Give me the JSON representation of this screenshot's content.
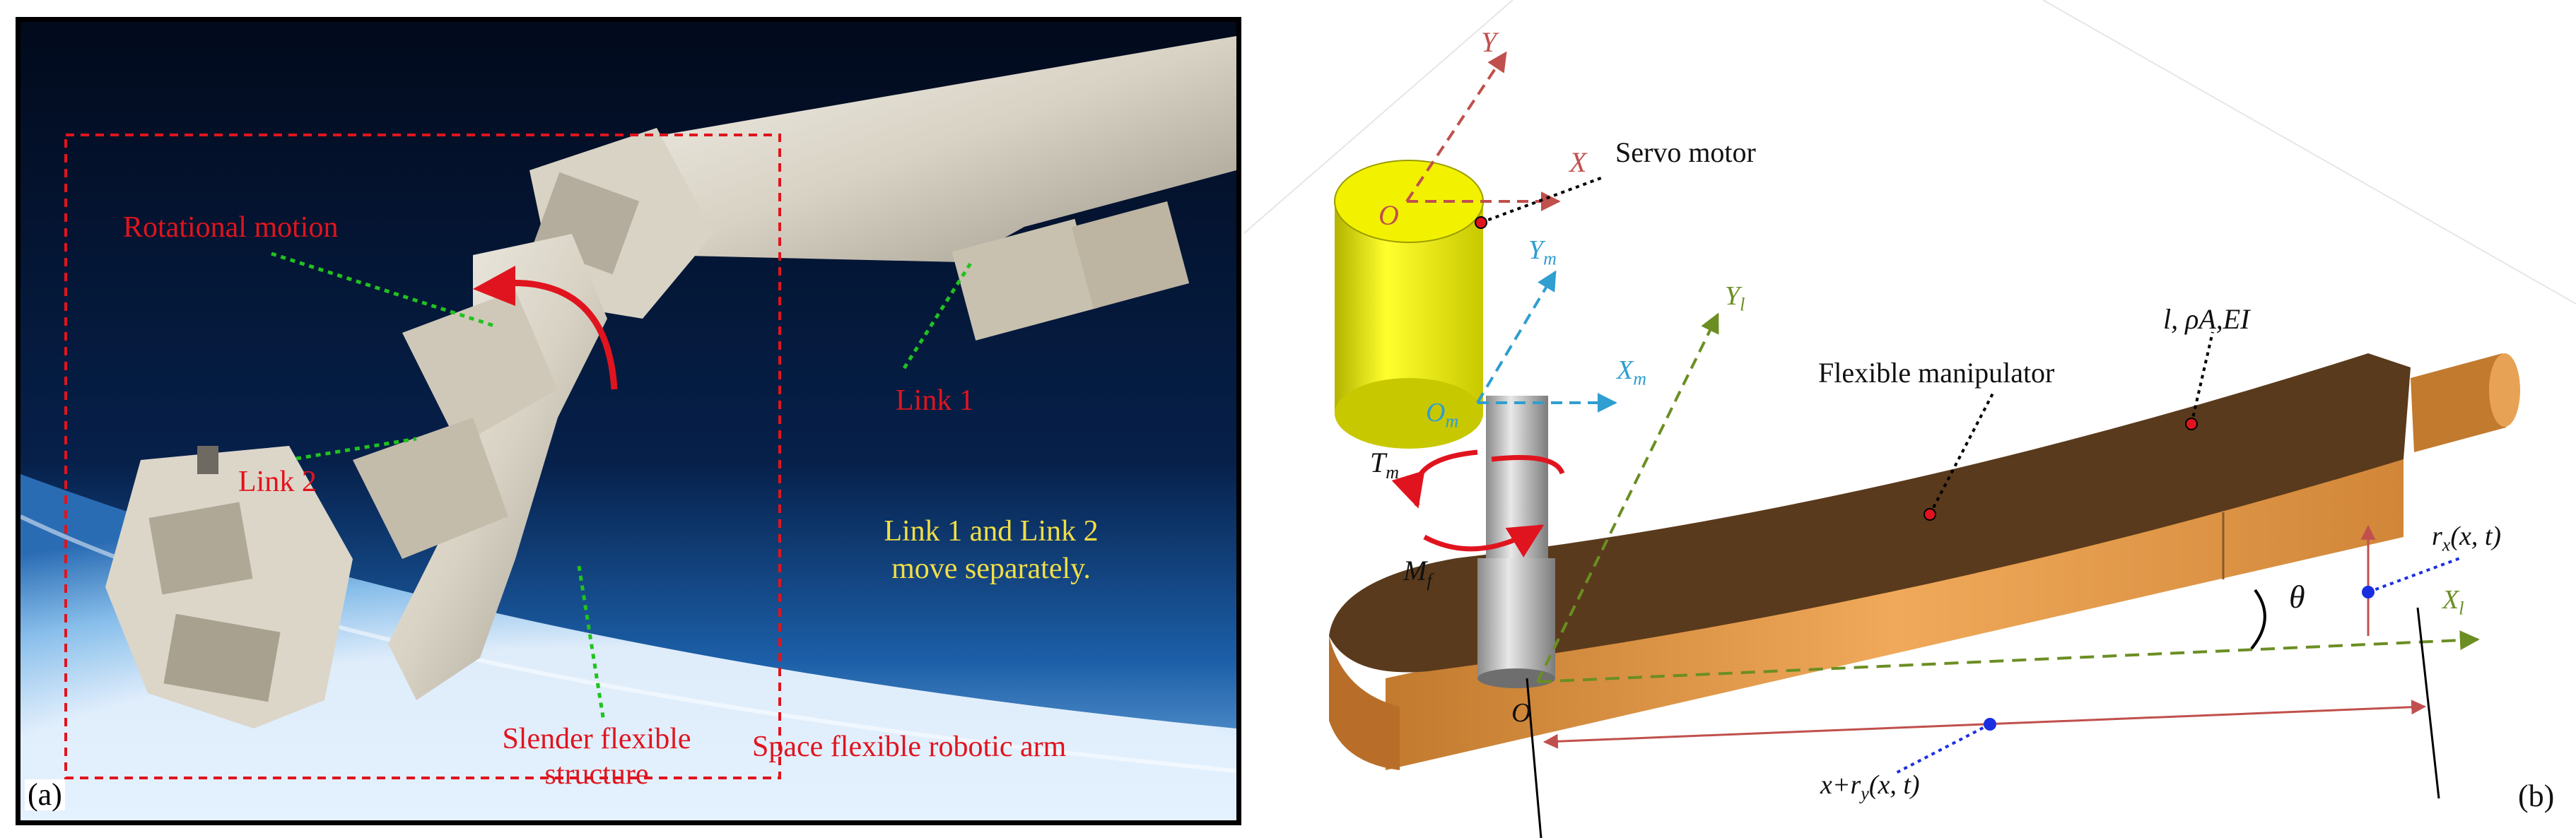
{
  "panel_a": {
    "label": "(a)",
    "rotational_motion": "Rotational motion",
    "link1": "Link 1",
    "link2": "Link 2",
    "note_line1": "Link 1 and Link 2",
    "note_line2": "move separately.",
    "slender_line1": "Slender flexible",
    "slender_line2": "structure",
    "arm_caption": "Space flexible robotic arm"
  },
  "panel_b": {
    "label": "(b)",
    "servo_motor": "Servo motor",
    "flexible_manipulator": "Flexible manipulator",
    "params": "l, ρA,EI",
    "axis_Y": "Y",
    "axis_X": "X",
    "origin_O": "O",
    "axis_Ym": "Y",
    "axis_Ym_sub": "m",
    "axis_Xm": "X",
    "axis_Xm_sub": "m",
    "origin_Om": "O",
    "origin_Om_sub": "m",
    "axis_Yl": "Y",
    "axis_Yl_sub": "l",
    "axis_Xl": "X",
    "axis_Xl_sub": "l",
    "torque": "T",
    "torque_sub": "m",
    "moment": "M",
    "moment_sub": "f",
    "angle": "θ",
    "origin_O_bottom": "O",
    "rx_label": "r",
    "rx_sub": "x",
    "rx_args": "(x, t)",
    "xr_prefix": "x+r",
    "xr_sub": "y",
    "xr_args": "(x, t)"
  },
  "colors": {
    "annotation_red": "#e0141e",
    "note_yellow": "#f2de45",
    "leader_green": "#21c21f",
    "motor_yellow": "#e6e600",
    "beam_brown": "#5a3a1c",
    "beam_copper": "#d48a3c",
    "axis_cyan": "#2f9ed0",
    "axis_green": "#6b8e23",
    "axis_red": "#c0504d",
    "point_blue": "#1a2fe0"
  }
}
